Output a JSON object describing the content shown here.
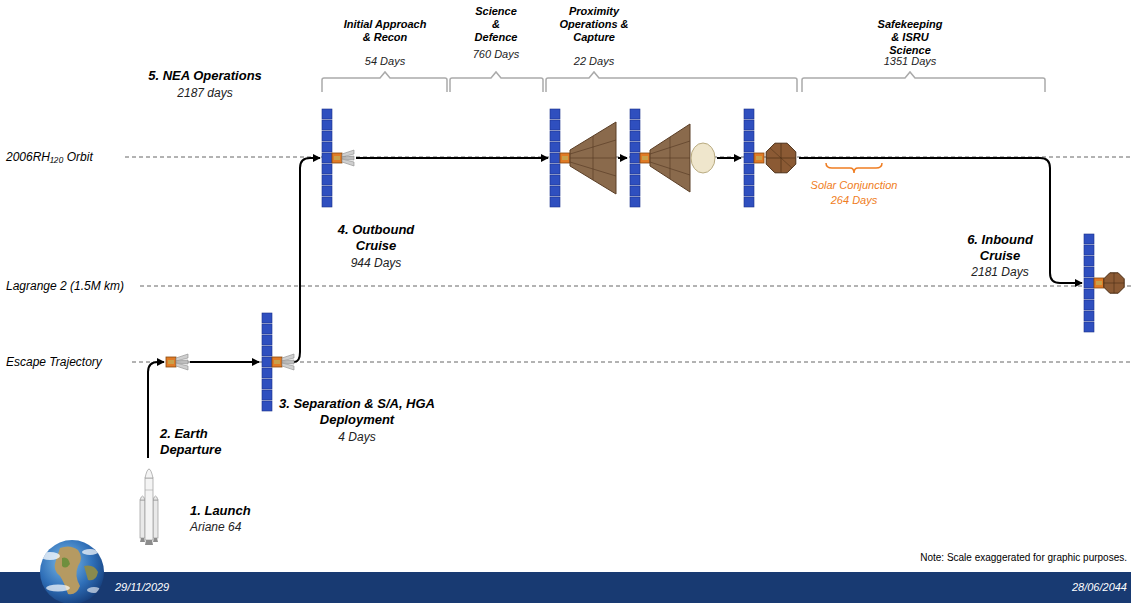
{
  "diagram": {
    "nodes": [
      {
        "text": [
          "29/11/2029",
          "28/06/2044"
        ]
      }
    ],
    "labels": [
      "Initial Approach & Recon",
      "54 Days",
      "Science & Defence",
      "760 Days",
      "Proximity Operations & Capture",
      "22 Days",
      "Safekeeping & ISRU Science",
      "1351 Days",
      "5. NEA Operations",
      "2187 days",
      "2006RH₁₂₀ Orbit",
      "Solar Conjunction",
      "264 Days",
      "4. Outbound Cruise",
      "944 Days",
      "6. Inbound Cruise",
      "2181 Days",
      "Lagrange 2 (1.5M km)",
      "Escape Trajectory",
      "3. Separation & S/A, HGA Deployment",
      "4 Days",
      "2. Earth Departure",
      "1. Launch",
      "Ariane 64",
      "Note: Scale exaggerated for graphic purposes."
    ]
  }
}
